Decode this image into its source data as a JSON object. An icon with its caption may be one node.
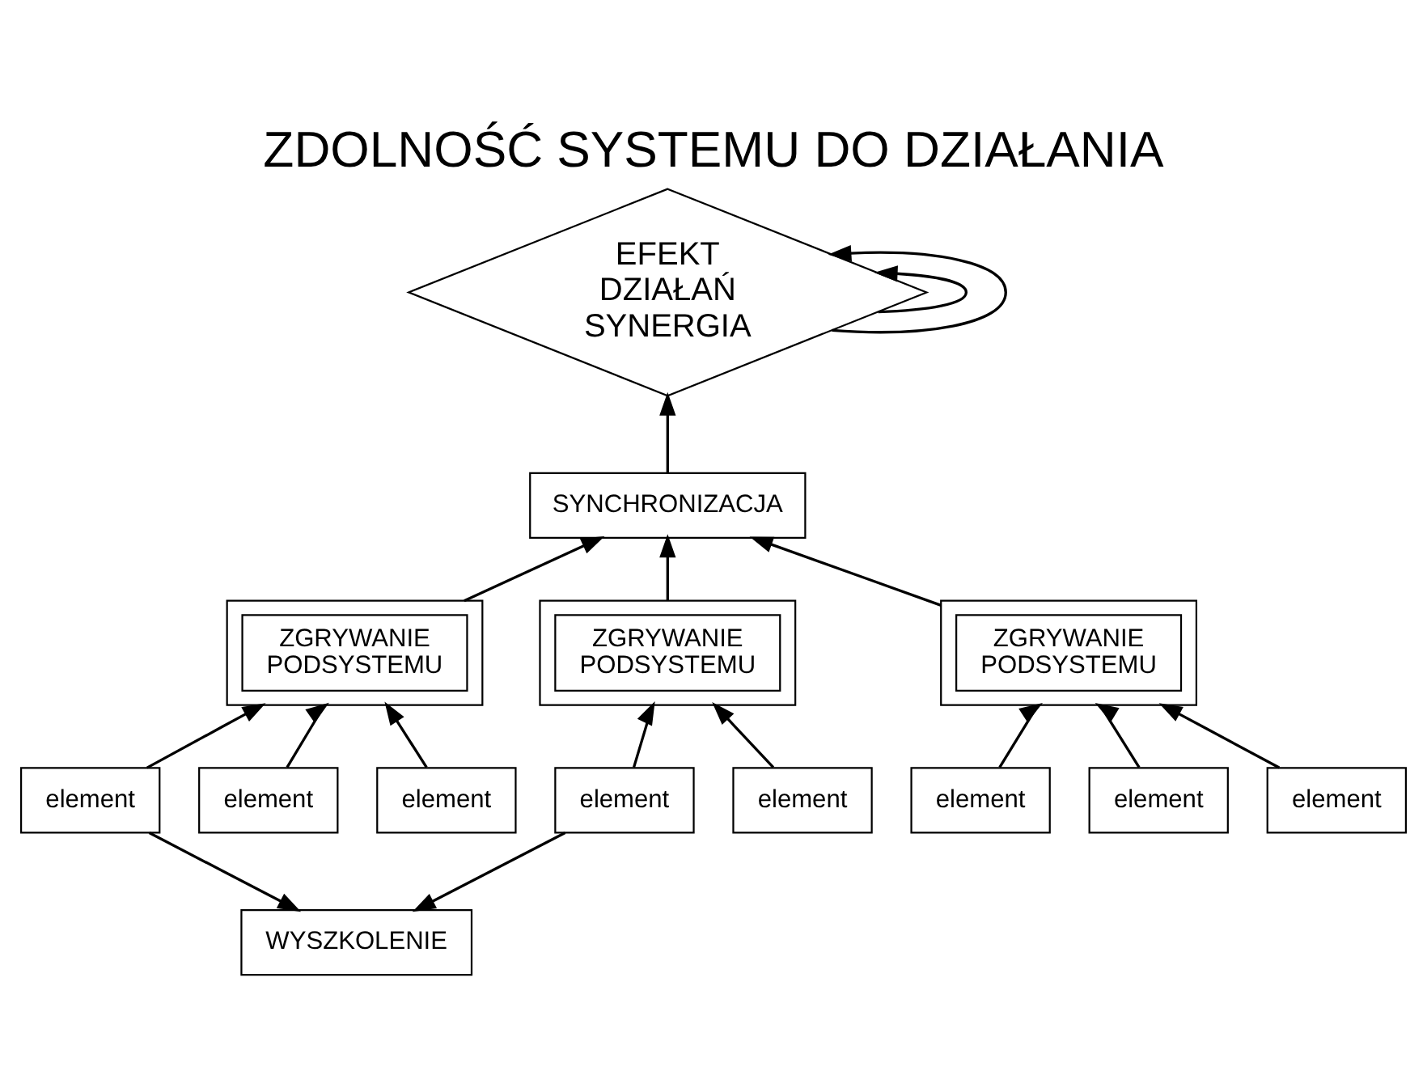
{
  "diagram": {
    "title": "ZDOLNOŚĆ SYSTEMU DO DZIAŁANIA",
    "nodes": [
      {
        "text": [
          "EFEKT",
          "DZIAŁAŃ",
          "SYNERGIA"
        ]
      },
      {
        "text": [
          "SYNCHRONIZACJA"
        ]
      },
      {
        "text": [],
        "shape": "box"
      },
      {
        "text": [
          "ZGRYWANIE",
          "PODSYSTEMU"
        ],
        "in": 2
      },
      {
        "text": [],
        "shape": "box"
      },
      {
        "text": [
          "ZGRYWANIE",
          "PODSYSTEMU"
        ],
        "in": 4
      },
      {
        "text": [],
        "shape": "box"
      },
      {
        "text": [
          "ZGRYWANIE",
          "PODSYSTEMU"
        ],
        "in": 6
      },
      {
        "text": [
          "element"
        ]
      },
      {
        "text": [
          "element"
        ]
      },
      {
        "text": [
          "element"
        ]
      },
      {
        "text": [
          "element"
        ]
      },
      {
        "text": [
          "element"
        ]
      },
      {
        "text": [
          "element"
        ]
      },
      {
        "text": [
          "element"
        ]
      },
      {
        "text": [
          "element"
        ]
      },
      {
        "text": [
          "WYSZKOLENIE"
        ]
      }
    ],
    "edges": [
      {
        "from": 0,
        "to": 0,
        "arrow": "to"
      },
      {
        "from": 0,
        "to": 0,
        "arrow": "to"
      },
      {
        "from": 1,
        "to": 0,
        "arrow": "to"
      },
      {
        "from": 2,
        "to": 1,
        "arrow": "to"
      },
      {
        "from": 4,
        "to": 1,
        "arrow": "to"
      },
      {
        "from": 6,
        "to": 1,
        "arrow": "to"
      },
      {
        "from": 8,
        "to": 2,
        "arrow": "to"
      },
      {
        "from": 9,
        "to": 2,
        "arrow": "to"
      },
      {
        "from": 10,
        "to": 2,
        "arrow": "to"
      },
      {
        "from": 11,
        "to": 4,
        "arrow": "to"
      },
      {
        "from": 12,
        "to": 4,
        "arrow": "to"
      },
      {
        "from": 13,
        "to": 4,
        "arrow": "to"
      },
      {
        "from": 14,
        "to": 6,
        "arrow": "to"
      },
      {
        "from": 15,
        "to": 6,
        "arrow": "to"
      },
      {
        "from": 8,
        "to": 16,
        "arrow": "to"
      },
      {
        "from": 15,
        "to": 16,
        "arrow": "to"
      }
    ]
  }
}
